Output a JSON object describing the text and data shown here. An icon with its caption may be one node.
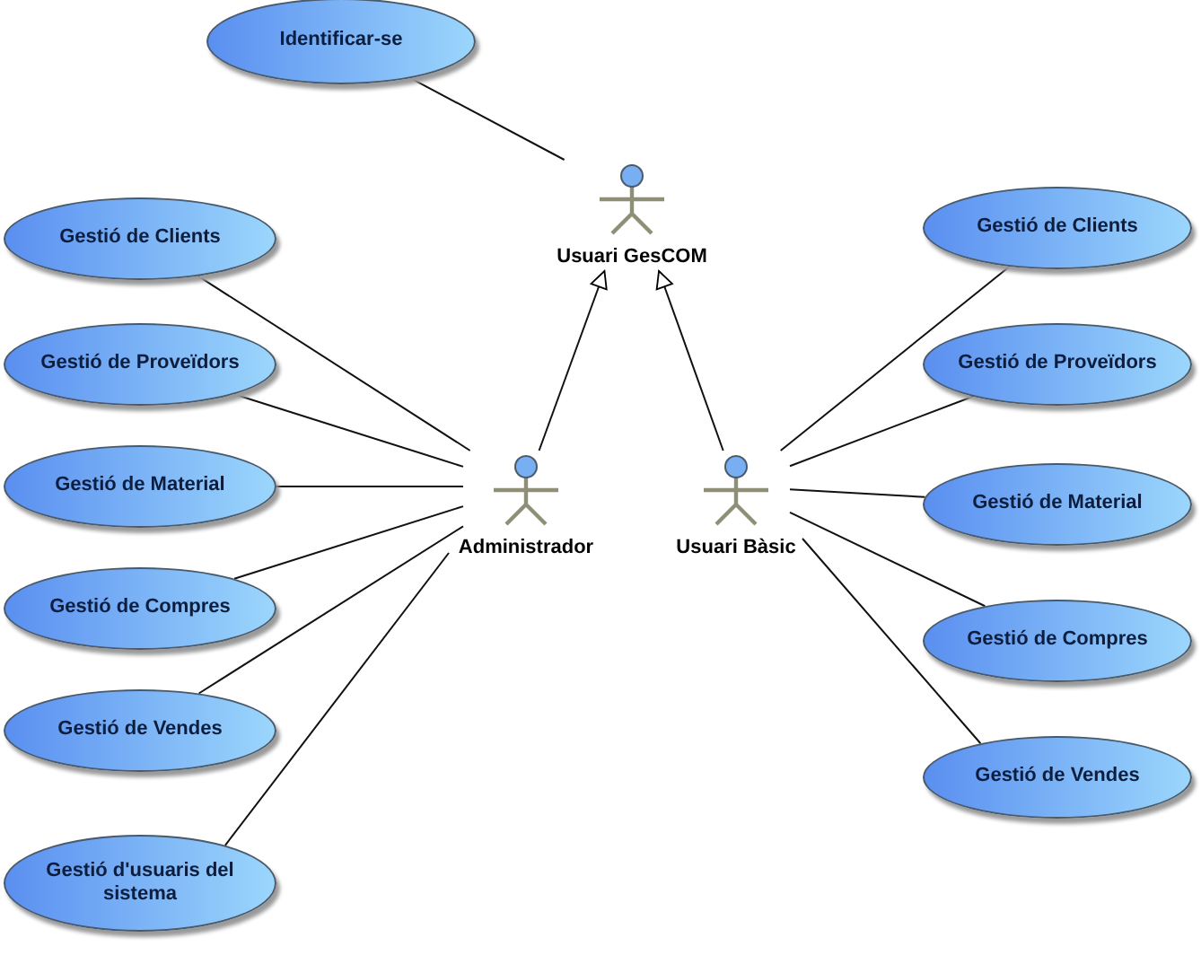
{
  "diagram": {
    "nodes": [
      {
        "text": [
          "Identificar-se"
        ]
      },
      {
        "text": [
          "Usuari GesCOM"
        ]
      },
      {
        "text": [
          "Gestió de Clients"
        ]
      },
      {
        "text": [
          "Gestió de Proveïdors"
        ]
      },
      {
        "text": [
          "Gestió de Material"
        ]
      },
      {
        "text": [
          "Gestió de Compres"
        ]
      },
      {
        "text": [
          "Gestió de Vendes"
        ]
      },
      {
        "text": [
          "Gestió d'usuaris del sistema"
        ]
      },
      {
        "text": [
          "Administrador"
        ]
      },
      {
        "text": [
          "Usuari Bàsic"
        ]
      },
      {
        "text": [
          "Gestió de Clients"
        ]
      },
      {
        "text": [
          "Gestió de Proveïdors"
        ]
      },
      {
        "text": [
          "Gestió de Material"
        ]
      },
      {
        "text": [
          "Gestió de Compres"
        ]
      },
      {
        "text": [
          "Gestió de Vendes"
        ]
      }
    ],
    "edges": [
      {
        "from": 0,
        "to": 1,
        "arrow": "none"
      },
      {
        "from": 8,
        "to": 1,
        "arrow": "to"
      },
      {
        "from": 9,
        "to": 1,
        "arrow": "to"
      },
      {
        "from": 2,
        "to": 8,
        "arrow": "none"
      },
      {
        "from": 3,
        "to": 8,
        "arrow": "none"
      },
      {
        "from": 4,
        "to": 8,
        "arrow": "none"
      },
      {
        "from": 5,
        "to": 8,
        "arrow": "none"
      },
      {
        "from": 6,
        "to": 8,
        "arrow": "none"
      },
      {
        "from": 7,
        "to": 8,
        "arrow": "none"
      },
      {
        "from": 9,
        "to": 10,
        "arrow": "none"
      },
      {
        "from": 9,
        "to": 11,
        "arrow": "none"
      },
      {
        "from": 9,
        "to": 12,
        "arrow": "none"
      },
      {
        "from": 9,
        "to": 13,
        "arrow": "none"
      },
      {
        "from": 9,
        "to": 14,
        "arrow": "none"
      }
    ]
  }
}
